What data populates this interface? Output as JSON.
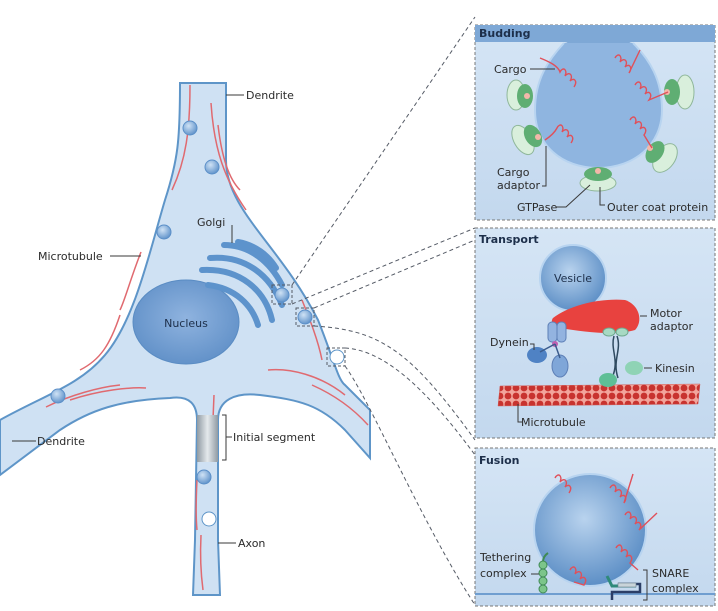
{
  "figure": {
    "colors": {
      "cytoplasm": "#cfe1f3",
      "membrane": "#5e95c8",
      "organelle": "#6f9fd2",
      "microtubule": "#e06a70",
      "panel_bg": "#cfe0f2",
      "panel_header": "#7ea8d6",
      "coat_green": "#5fae73",
      "coat_light": "#d9efdc",
      "motor_red": "#e8423f",
      "dashed_line": "#555b66"
    },
    "neuron": {
      "labels": {
        "dendrite_top": "Dendrite",
        "golgi": "Golgi",
        "microtubule": "Microtubule",
        "nucleus": "Nucleus",
        "dendrite_left": "Dendrite",
        "initial_segment": "Initial segment",
        "axon": "Axon"
      }
    },
    "panels": {
      "budding": {
        "title": "Budding",
        "labels": {
          "cargo": "Cargo",
          "cargo_adaptor_1": "Cargo",
          "cargo_adaptor_2": "adaptor",
          "gtpase": "GTPase",
          "outer_coat": "Outer coat protein"
        }
      },
      "transport": {
        "title": "Transport",
        "labels": {
          "vesicle": "Vesicle",
          "motor_adaptor_1": "Motor",
          "motor_adaptor_2": "adaptor",
          "dynein": "Dynein",
          "kinesin": "Kinesin",
          "microtubule": "Microtubule"
        }
      },
      "fusion": {
        "title": "Fusion",
        "labels": {
          "tethering_1": "Tethering",
          "tethering_2": "complex",
          "snare_1": "SNARE",
          "snare_2": "complex"
        }
      }
    }
  }
}
